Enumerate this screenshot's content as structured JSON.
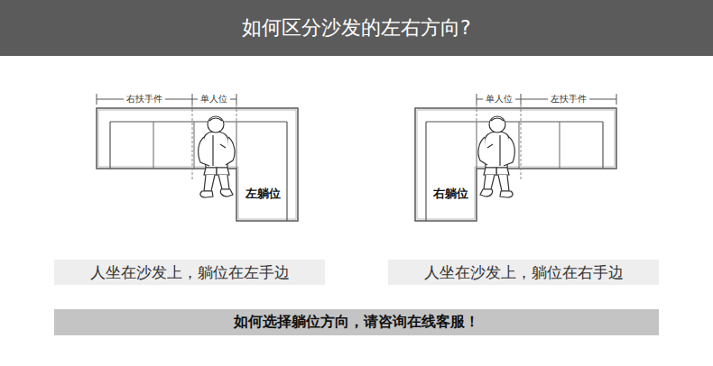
{
  "diagram": {
    "title": "如何区分沙发的左右方向?",
    "nodes": [
      {
        "text": [
          "左躺位"
        ]
      },
      {
        "text": [
          "右躺位"
        ]
      },
      {
        "text": [
          "人坐在沙发上，躺位在左手边"
        ]
      },
      {
        "text": [
          "人坐在沙发上，躺位在右手边"
        ]
      },
      {
        "text": [
          "如何选择躺位方向，请咨询在线客服！"
        ]
      }
    ],
    "labels": [
      "右扶手件",
      "单人位",
      "单人位",
      "左扶手件"
    ]
  }
}
